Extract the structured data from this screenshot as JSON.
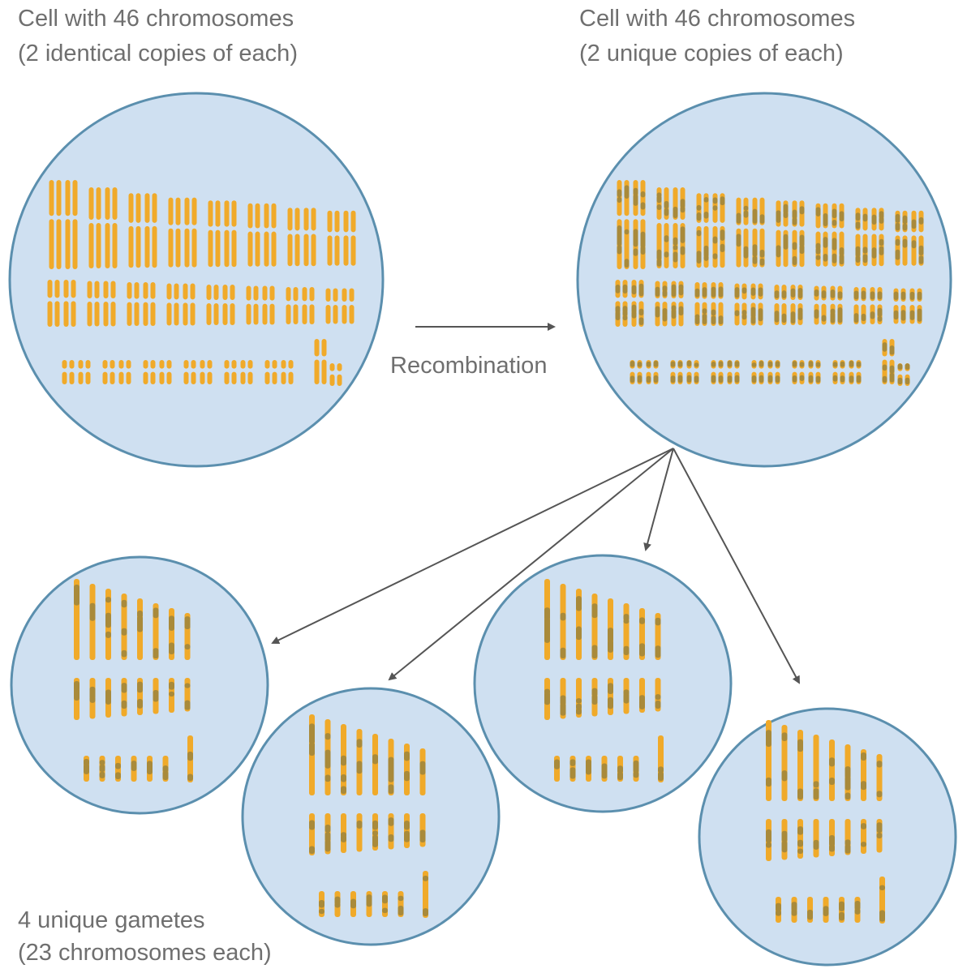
{
  "labels": {
    "left_cell_line1": "Cell with 46 chromosomes",
    "left_cell_line2": "(2 identical copies of each)",
    "right_cell_line1": "Cell with 46 chromosomes",
    "right_cell_line2": "(2 unique copies of each)",
    "process": "Recombination",
    "gametes_line1": "4 unique gametes",
    "gametes_line2": "(23 chromosomes each)"
  },
  "colors": {
    "cell_fill": "#cfe0f1",
    "cell_stroke": "#5b8fae",
    "chromosome": "#f0aa2a",
    "chromosome_dark": "#a98a3a",
    "arrow": "#555555",
    "text": "#6f6f6f"
  }
}
